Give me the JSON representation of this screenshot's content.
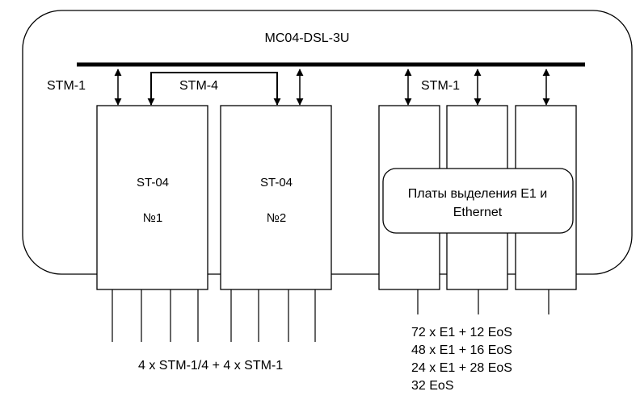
{
  "system": {
    "title": "MC04-DSL-3U"
  },
  "bus_labels": {
    "stm1_left": "STM-1",
    "stm4": "STM-4",
    "stm1_right": "STM-1"
  },
  "boards": [
    {
      "name": "ST-04",
      "number": "№1"
    },
    {
      "name": "ST-04",
      "number": "№2"
    }
  ],
  "tributary_group": {
    "label_line1": "Платы выделения Е1 и",
    "label_line2": "Ethernet"
  },
  "outputs": {
    "st04_ports": "4 x STM-1/4 + 4 x STM-1",
    "tributary_options": [
      "72 x E1 + 12 EoS",
      "48 x E1 + 16 EoS",
      "24 x E1 + 28 EoS",
      "32 EoS"
    ]
  },
  "colors": {
    "line": "#000000",
    "fill": "#ffffff"
  }
}
